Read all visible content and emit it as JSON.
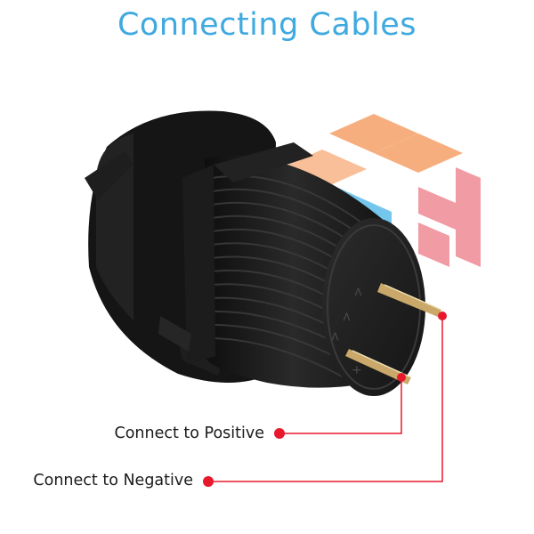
{
  "title": "Connecting Cables",
  "callouts": {
    "positive": "Connect to Positive",
    "negative": "Connect to Negative"
  },
  "colors": {
    "title": "#3fa9e0",
    "callout_line": "#e8192c",
    "socket_body": "#1b1b1b",
    "watermark_orange": "#f6a168",
    "watermark_pink": "#ef8a96",
    "watermark_blue": "#4ab5e6"
  },
  "icons": [
    "cube-watermark-logo"
  ]
}
